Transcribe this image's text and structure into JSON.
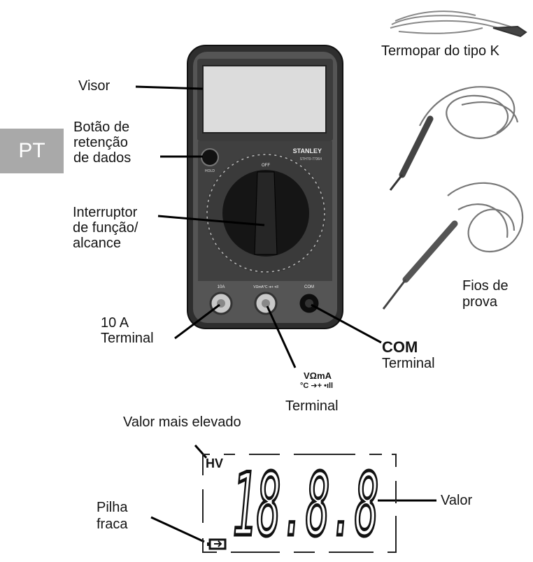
{
  "badge": "PT",
  "labels": {
    "visor": "Visor",
    "hold_1": "Botão de",
    "hold_2": "retenção",
    "hold_3": "de dados",
    "switch_1": "Interruptor",
    "switch_2": "de função/",
    "switch_3": "alcance",
    "term10_1": "10 A",
    "term10_2": "Terminal",
    "com_1": "COM",
    "com_2": "Terminal",
    "vma_1": "VΩmA",
    "vma_2": "°C ➔+ •ıll",
    "vma_3": "Terminal",
    "thermo": "Termopar do tipo K",
    "probes_1": "Fios de",
    "probes_2": "prova",
    "maxval": "Valor mais elevado",
    "battery_1": "Pilha",
    "battery_2": "fraca",
    "value": "Valor"
  },
  "device": {
    "brand": "STANLEY",
    "model": "STHT0-77364",
    "hold_key": "HOLD",
    "dial_off": "OFF",
    "jack_10a": "10A",
    "jack_vma": "VΩmA°C ➔+ •ıll",
    "jack_com": "COM"
  },
  "lcd": {
    "hv": "HV",
    "digits": "18.8.8"
  },
  "colors": {
    "body": "#303030",
    "panel": "#5a5a5a",
    "screen": "#d9d9d9",
    "badge": "#a9a9a9"
  }
}
